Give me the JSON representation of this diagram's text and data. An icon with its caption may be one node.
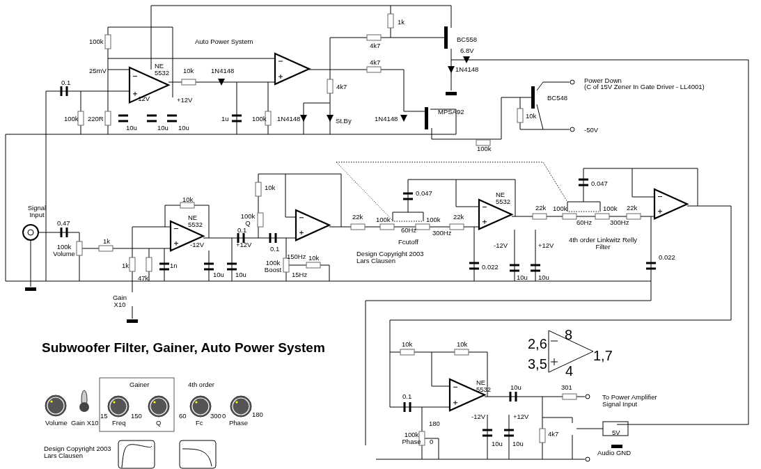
{
  "diagram": {
    "title": "Subwoofer Filter, Gainer, Auto Power System",
    "labels": [
      "1k",
      "100k",
      "Auto Power System",
      "4k7",
      "BC558",
      "6.8V",
      "4k7",
      "25mV",
      "NE 5532",
      "10k",
      "1N4148",
      "1N4148",
      "0.1",
      "4k7",
      "Power Down",
      "(C of 15V Zener In Gate Driver - LL4001)",
      "-12V",
      "+12V",
      "BC548",
      "100k",
      "220R",
      "1u",
      "100k",
      "1N4148",
      "St.By",
      "1N4148",
      "MPSA92",
      "10k",
      "10u",
      "10u",
      "10u",
      "-50V",
      "100k",
      "10k",
      "0.047",
      "NE 5532",
      "0.047",
      "10k",
      "Signal Input",
      "100k Q",
      "22k",
      "100k",
      "100k",
      "22k",
      "22k",
      "100k",
      "100k",
      "22k",
      "NE 5532",
      "0.47",
      "0.1",
      "60Hz",
      "300Hz",
      "60Hz",
      "300Hz",
      "Fcutoff",
      "-12V",
      "+12V",
      "4th order Linkwitz Relly Filter",
      "100k Volume",
      "1k",
      "0.1",
      "-12V",
      "+12V",
      "Design Copyright 2003 Lars Clausen",
      "150Hz",
      "10k",
      "1k",
      "1n",
      "100k Boost",
      "0.022",
      "0.022",
      "47k",
      "10u",
      "10u",
      "15Hz",
      "10u",
      "10u",
      "Gain X10",
      "10k",
      "10k",
      "8",
      "2,6",
      "1,7",
      "3,5",
      "4",
      "NE 5532",
      "10u",
      "301",
      "0.1",
      "To Power Amplifier Signal Input",
      "-12V",
      "+12V",
      "180",
      "100k Phase",
      "0",
      "4k7",
      "5V",
      "10u",
      "10u",
      "Audio GND",
      "Gainer",
      "4th order",
      "15",
      "150",
      "60",
      "300",
      "0",
      "180",
      "Volume",
      "Gain X10",
      "Freq",
      "Q",
      "Fc",
      "Phase",
      "Design Copyright 2003 Lars Clausen"
    ]
  }
}
